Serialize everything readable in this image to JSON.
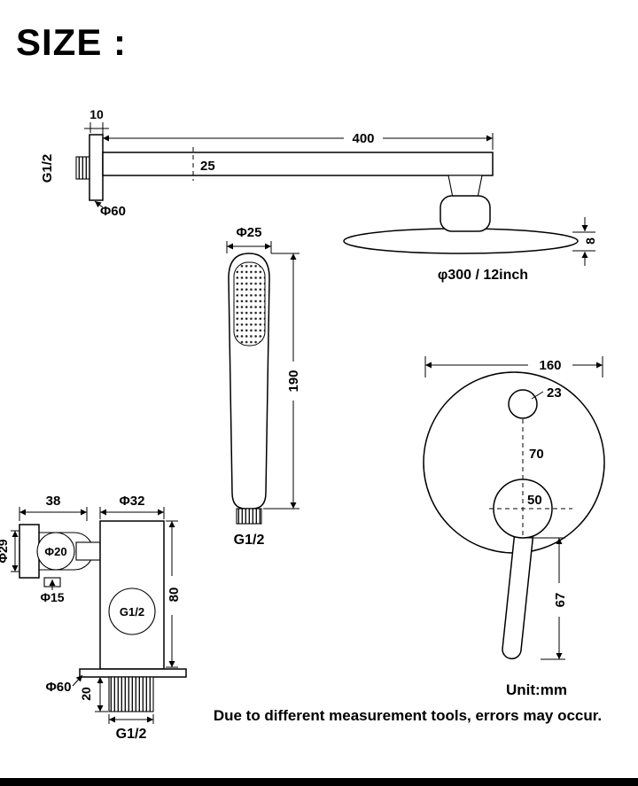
{
  "page": {
    "title": "SIZE :",
    "background": "#ffffff",
    "line_color": "#000000"
  },
  "shower_arm": {
    "wall_plate_thickness": "10",
    "arm_length": "400",
    "arm_height": "25",
    "inlet_thread": "G1/2",
    "escutcheon_diameter": "Φ60",
    "head_thickness": "8",
    "head_diameter": "φ300 / 12inch"
  },
  "hand_shower": {
    "diameter": "Φ25",
    "length": "190",
    "thread": "G1/2"
  },
  "mixer_valve": {
    "plate_width": "160",
    "knob_diameter": "23",
    "center_spacing": "70",
    "hub_diameter": "50",
    "handle_length": "67"
  },
  "wall_bracket": {
    "holder_depth": "38",
    "body_width": "Φ32",
    "holder_outer_diameter": "Φ29",
    "holder_inner_diameter": "Φ20",
    "stem_diameter": "Φ15",
    "body_height": "80",
    "outlet_thread": "G1/2",
    "escutcheon_diameter": "Φ60",
    "pipe_length": "20",
    "pipe_thread": "G1/2"
  },
  "footer": {
    "unit": "Unit:mm",
    "disclaimer": "Due to different measurement tools, errors may occur."
  }
}
